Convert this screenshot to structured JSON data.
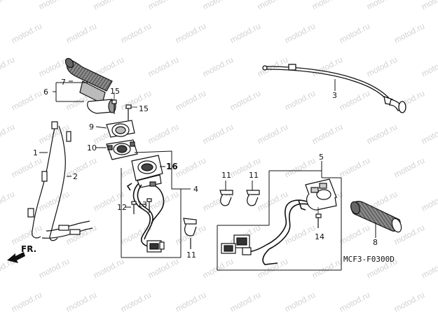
{
  "watermark": "motod.ru",
  "diagram_code": "MCF3-F0300D",
  "direction": {
    "label": "FR.",
    "icon": "front-direction-arrow-icon"
  },
  "callouts": {
    "c1": "1",
    "c2": "2",
    "c3": "3",
    "c4": "4",
    "c5": "5",
    "c6": "6",
    "c7": "7",
    "c8": "8",
    "c9": "9",
    "c10": "10",
    "c11a": "11",
    "c11b": "11",
    "c11c": "11",
    "c12": "12",
    "c13": "13",
    "c14": "14",
    "c15a": "15",
    "c15b": "15",
    "c16": "16"
  },
  "colors": {
    "line": "#111111",
    "watermark": "#d2d2d2",
    "grip_shade": "#555555"
  }
}
